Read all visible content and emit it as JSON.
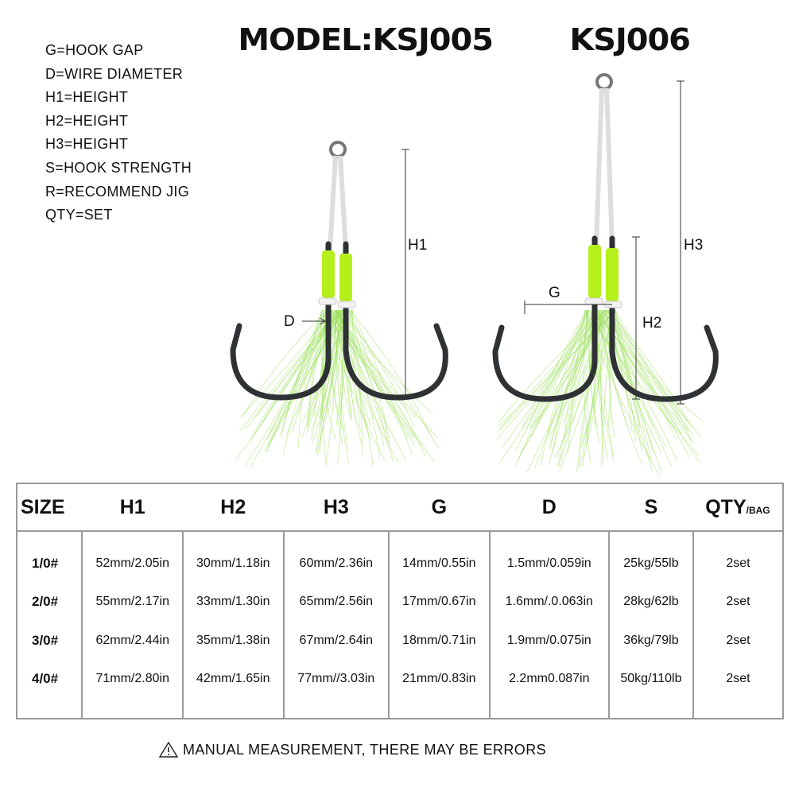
{
  "legend": [
    "G=HOOK GAP",
    "D=WIRE DIAMETER",
    "H1=HEIGHT",
    "H2=HEIGHT",
    "H3=HEIGHT",
    "S=HOOK STRENGTH",
    "R=RECOMMEND JIG",
    "QTY=SET"
  ],
  "titles": {
    "model_left": "MODEL:KSJ005",
    "model_right": "KSJ006"
  },
  "dimension_labels": {
    "h1": "H1",
    "d": "D",
    "g": "G",
    "h2": "H2",
    "h3": "H3"
  },
  "colors": {
    "tube_green": "#b5ef1c",
    "fiber_green": "#9be05a",
    "hook_metal": "#2f3234",
    "border": "#9a9a9a"
  },
  "table": {
    "headers": [
      "SIZE",
      "H1",
      "H2",
      "H3",
      "G",
      "D",
      "S",
      "QTY"
    ],
    "qty_suffix": "/BAG",
    "rows": [
      [
        "1/0#",
        "52mm/2.05in",
        "30mm/1.18in",
        "60mm/2.36in",
        "14mm/0.55in",
        "1.5mm/0.059in",
        "25kg/55lb",
        "2set"
      ],
      [
        "2/0#",
        "55mm/2.17in",
        "33mm/1.30in",
        "65mm/2.56in",
        "17mm/0.67in",
        "1.6mm/.0.063in",
        "28kg/62lb",
        "2set"
      ],
      [
        "3/0#",
        "62mm/2.44in",
        "35mm/1.38in",
        "67mm/2.64in",
        "18mm/0.71in",
        "1.9mm/0.075in",
        "36kg/79lb",
        "2set"
      ],
      [
        "4/0#",
        "71mm/2.80in",
        "42mm/1.65in",
        "77mm//3.03in",
        "21mm/0.83in",
        "2.2mm0.087in",
        "50kg/110lb",
        "2set"
      ]
    ]
  },
  "footer": {
    "icon": "warning-triangle-icon",
    "text": "MANUAL MEASUREMENT, THERE MAY BE ERRORS"
  }
}
